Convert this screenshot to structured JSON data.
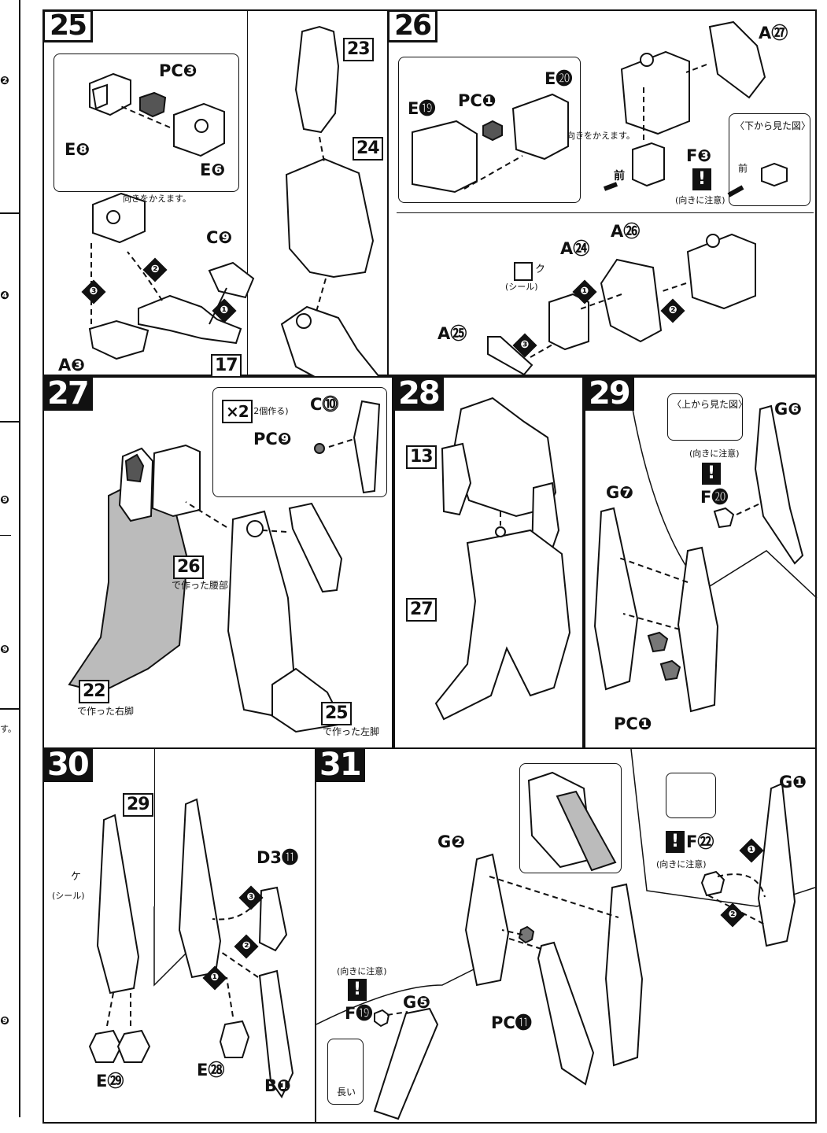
{
  "left_strip": {
    "markers": [
      "❷",
      "❹",
      "❾",
      "❾",
      "❾"
    ],
    "text": "す。"
  },
  "step25": {
    "number": "25",
    "parts": {
      "pc": "PC❸",
      "e_a": "E❽",
      "e_b": "E❻",
      "c": "C❾",
      "a": "A❸"
    },
    "note": "向きをかえます。",
    "refs": [
      "23",
      "24",
      "17"
    ],
    "order": [
      "❶",
      "❷",
      "❸"
    ]
  },
  "step26": {
    "number": "26",
    "parts": {
      "e_a": "E⓳",
      "pc": "PC❶",
      "e_b": "E⓴",
      "a27": "A㉗",
      "f": "F❸",
      "a26": "A㉖",
      "a24": "A㉔",
      "a25": "A㉕"
    },
    "note": "向きをかえます。",
    "view_title": "〈下から見た図〉",
    "front": "前",
    "caution": "(向きに注意)",
    "sticker_label": "ク",
    "sticker_sub": "(シール)",
    "order": [
      "❶",
      "❷",
      "❸"
    ]
  },
  "step27": {
    "number": "27",
    "multiplier": "×2",
    "multiplier_note": "(2個作る)",
    "parts": {
      "c": "C⓾",
      "pc": "PC❾"
    },
    "refs": {
      "waist_num": "26",
      "waist": "で作った腰部",
      "right_num": "22",
      "right": "で作った右脚",
      "left_num": "25",
      "left": "で作った左脚"
    }
  },
  "step28": {
    "number": "28",
    "refs": [
      "13",
      "27"
    ]
  },
  "step29": {
    "number": "29",
    "view_title": "〈上から見た図〉",
    "caution": "(向きに注意)",
    "parts": {
      "g6": "G❻",
      "g7": "G❼",
      "f": "F⓴",
      "pc": "PC❶"
    }
  },
  "step30": {
    "number": "30",
    "ref": "29",
    "sticker_label": "ケ",
    "sticker_sub": "(シール)",
    "parts": {
      "d3": "D3⓫",
      "e29": "E㉙",
      "e28": "E㉘",
      "b": "B❶"
    },
    "order": [
      "❶",
      "❷",
      "❸"
    ]
  },
  "step31": {
    "number": "31",
    "parts": {
      "g2": "G❷",
      "g1": "G❶",
      "f22": "F㉒",
      "g5": "G❺",
      "f19": "F⓳",
      "pc": "PC⓫"
    },
    "caution_a": "(向きに注意)",
    "caution_b": "(向きに注意)",
    "long": "長い",
    "order": [
      "❶",
      "❷"
    ]
  }
}
